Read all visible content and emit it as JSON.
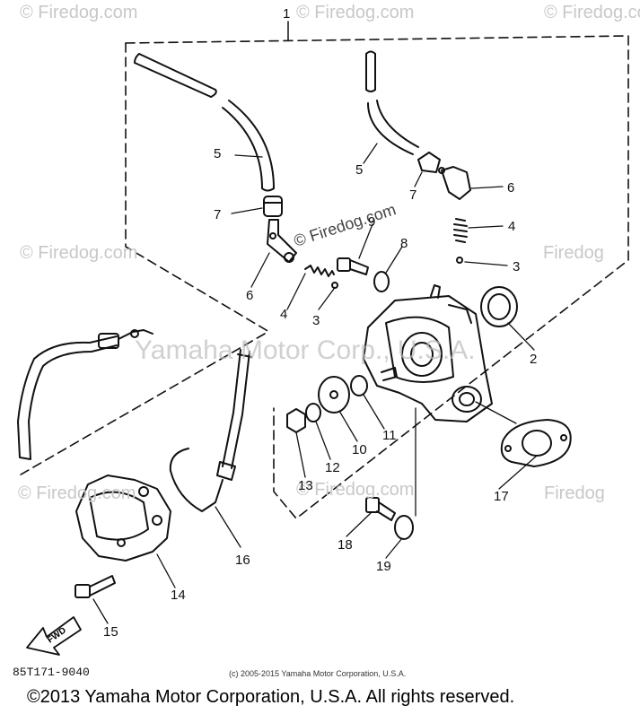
{
  "watermark": {
    "brand": "Firedog",
    "brand_com": "© Firedog.com",
    "center": "Yamaha Motor Corp., U.S.A."
  },
  "callouts": {
    "c1": "1",
    "c2": "2",
    "c3a": "3",
    "c3b": "3",
    "c4a": "4",
    "c4b": "4",
    "c5a": "5",
    "c5b": "5",
    "c6a": "6",
    "c6b": "6",
    "c7a": "7",
    "c7b": "7",
    "c8": "8",
    "c9": "9",
    "c10": "10",
    "c11": "11",
    "c12": "12",
    "c13": "13",
    "c14": "14",
    "c15": "15",
    "c16": "16",
    "c17": "17",
    "c18": "18",
    "c19": "19"
  },
  "fwd_label": "FWD",
  "diagram_code": "85T171-9040",
  "small_copyright": "(c) 2005-2015 Yamaha Motor Corporation, U.S.A.",
  "copyright": "©2013 Yamaha Motor Corporation, U.S.A. All rights reserved."
}
